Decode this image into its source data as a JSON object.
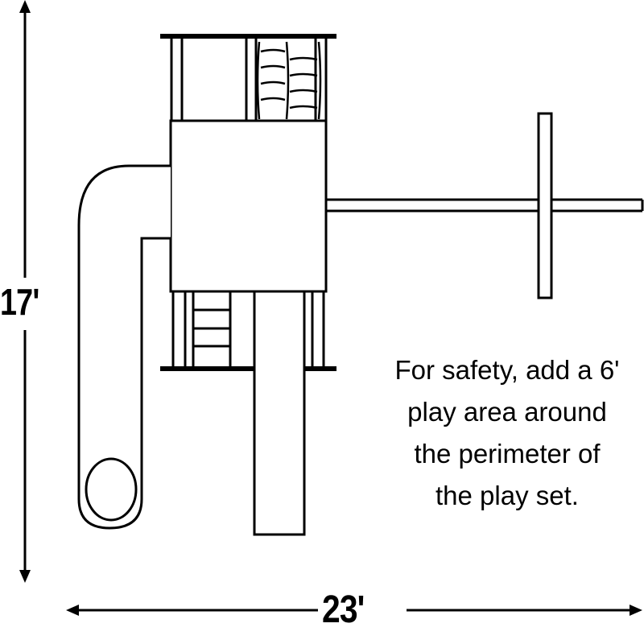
{
  "dimensions": {
    "height": "17'",
    "width": "23'"
  },
  "note": {
    "lines": [
      "For safety, add a 6'",
      "play area around",
      "the perimeter of",
      "the play set."
    ]
  },
  "colors": {
    "stroke": "#000000",
    "background": "#ffffff"
  }
}
